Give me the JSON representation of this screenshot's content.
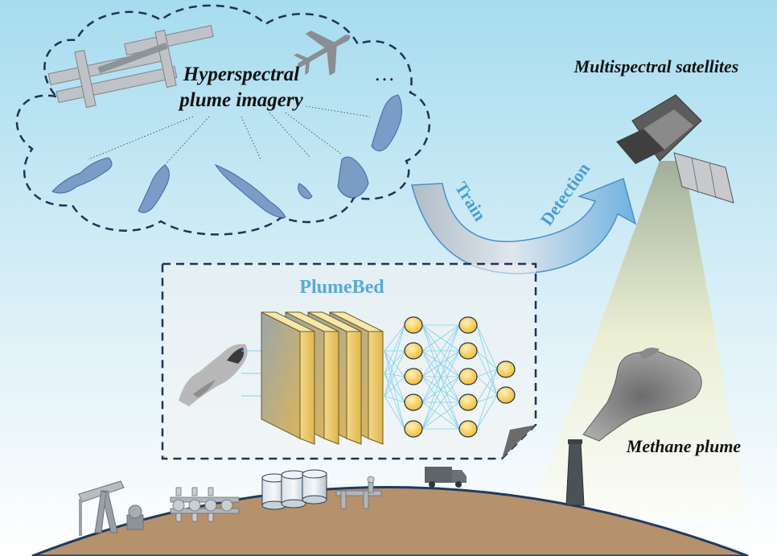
{
  "labels": {
    "cloud_title_line1": "Hyperspectral",
    "cloud_title_line2": "plume imagery",
    "ellipsis": "…",
    "satellites": "Multispectral satellites",
    "train": "Train",
    "detection": "Detection",
    "model_name": "PlumeBed",
    "methane": "Methane plume"
  },
  "colors": {
    "sky_top": "#a9dff0",
    "sky_bottom": "#ffffff",
    "ground": "#b5916c",
    "ground_outline": "#1f3b5e",
    "accent_blue": "#5aa9d6",
    "arrow_blue": "#4a90c8",
    "neuron_fill": "#f5c242",
    "layer_gold": "#e8c877",
    "connection_cyan": "#7fd0e6",
    "dash_navy": "#1f3352"
  },
  "icons": [
    "space-station-icon",
    "airplane-icon",
    "satellite-icon",
    "pump-jack-icon",
    "valve-manifold-icon",
    "storage-tanks-icon",
    "pipeline-valve-icon",
    "truck-icon",
    "smokestack-icon",
    "methane-plume-icon",
    "neural-network-icon"
  ]
}
